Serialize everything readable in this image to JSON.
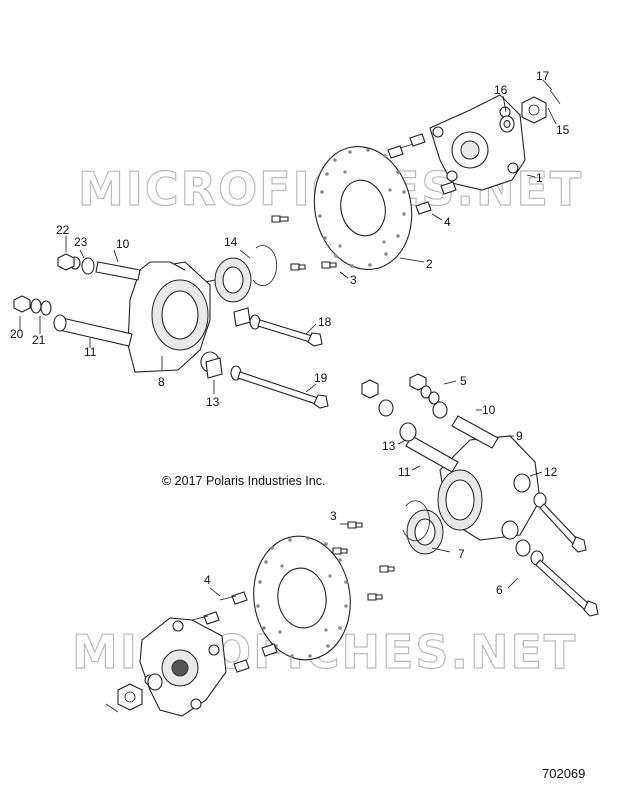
{
  "watermark": [
    "MICROFICHES.NET",
    "MICROFICHES.NET"
  ],
  "copyright": "© 2017 Polaris Industries Inc.",
  "document_number": "702069",
  "callouts": [
    "1",
    "2",
    "3",
    "4",
    "5",
    "6",
    "7",
    "8",
    "9",
    "10",
    "11",
    "12",
    "13",
    "14",
    "15",
    "16",
    "17",
    "18",
    "19",
    "20",
    "21",
    "22",
    "23"
  ]
}
